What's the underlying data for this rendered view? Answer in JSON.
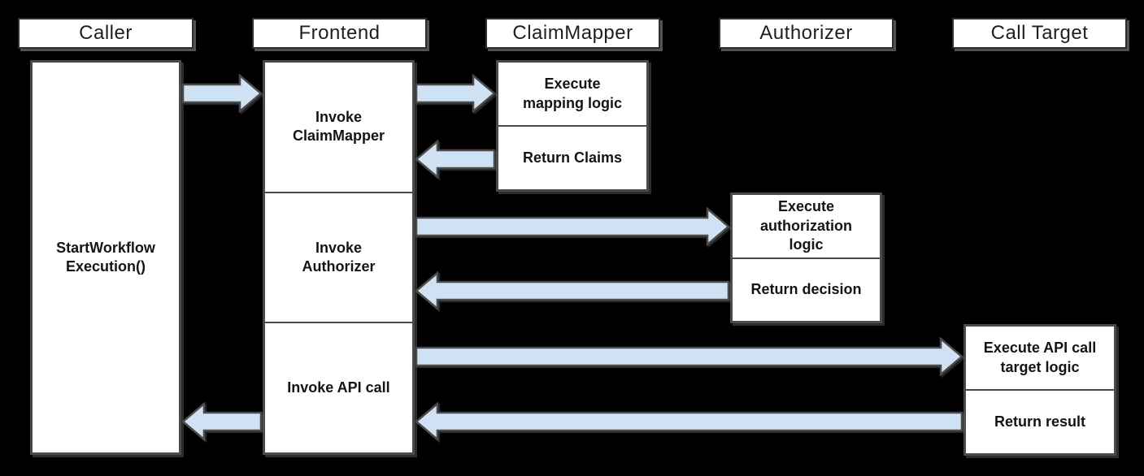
{
  "colors": {
    "background": "#000000",
    "box_fill": "#ffffff",
    "box_border": "#4a4a4a",
    "header_border": "#2e2e2e",
    "arrow_fill": "#cfe2f3",
    "arrow_stroke": "#4a4a4a",
    "text": "#141414"
  },
  "lanes": [
    {
      "id": "caller",
      "header": "Caller"
    },
    {
      "id": "frontend",
      "header": "Frontend"
    },
    {
      "id": "claimmapper",
      "header": "ClaimMapper"
    },
    {
      "id": "authorizer",
      "header": "Authorizer"
    },
    {
      "id": "calltarget",
      "header": "Call Target"
    }
  ],
  "activities": {
    "caller_activity": {
      "lane": "Caller",
      "label": [
        "StartWorkflow",
        "Execution()"
      ]
    },
    "frontend_invoke_claimmapper": {
      "lane": "Frontend",
      "label": [
        "Invoke",
        "ClaimMapper"
      ]
    },
    "frontend_invoke_authorizer": {
      "lane": "Frontend",
      "label": [
        "Invoke",
        "Authorizer"
      ]
    },
    "frontend_invoke_api_call": {
      "lane": "Frontend",
      "label": [
        "Invoke API call"
      ]
    },
    "claimmapper_execute": {
      "lane": "ClaimMapper",
      "label": [
        "Execute",
        "mapping logic"
      ]
    },
    "claimmapper_return": {
      "lane": "ClaimMapper",
      "label": [
        "Return Claims"
      ]
    },
    "authorizer_execute": {
      "lane": "Authorizer",
      "label": [
        "Execute",
        "authorization",
        "logic"
      ]
    },
    "authorizer_return": {
      "lane": "Authorizer",
      "label": [
        "Return decision"
      ]
    },
    "calltarget_execute": {
      "lane": "Call Target",
      "label": [
        "Execute API call",
        "target logic"
      ]
    },
    "calltarget_return": {
      "lane": "Call Target",
      "label": [
        "Return result"
      ]
    }
  },
  "arrows": [
    {
      "name": "caller-to-frontend",
      "from": "Caller",
      "to": "Frontend",
      "direction": "right"
    },
    {
      "name": "frontend-to-claimmapper",
      "from": "Frontend",
      "to": "ClaimMapper",
      "direction": "right"
    },
    {
      "name": "claimmapper-to-frontend",
      "from": "ClaimMapper",
      "to": "Frontend",
      "direction": "left"
    },
    {
      "name": "frontend-to-authorizer",
      "from": "Frontend",
      "to": "Authorizer",
      "direction": "right"
    },
    {
      "name": "authorizer-to-frontend",
      "from": "Authorizer",
      "to": "Frontend",
      "direction": "left"
    },
    {
      "name": "frontend-to-calltarget",
      "from": "Frontend",
      "to": "Call Target",
      "direction": "right"
    },
    {
      "name": "calltarget-to-frontend",
      "from": "Call Target",
      "to": "Frontend",
      "direction": "left"
    },
    {
      "name": "frontend-to-caller",
      "from": "Frontend",
      "to": "Caller",
      "direction": "left"
    }
  ]
}
